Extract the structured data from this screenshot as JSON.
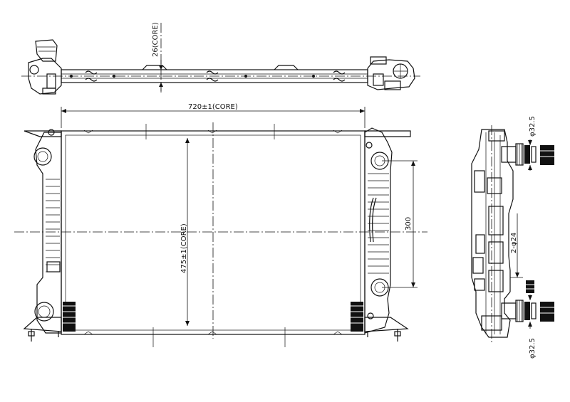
{
  "dimensions": {
    "core_depth": "26(CORE)",
    "core_width": "720±1(CORE)",
    "core_height": "475±1(CORE)",
    "port_spacing": "300",
    "mount_holes": "2-φ24",
    "inlet_diameter": "φ32.5",
    "outlet_diameter": "φ32.5"
  },
  "views": [
    "top-view",
    "front-view",
    "side-view"
  ]
}
